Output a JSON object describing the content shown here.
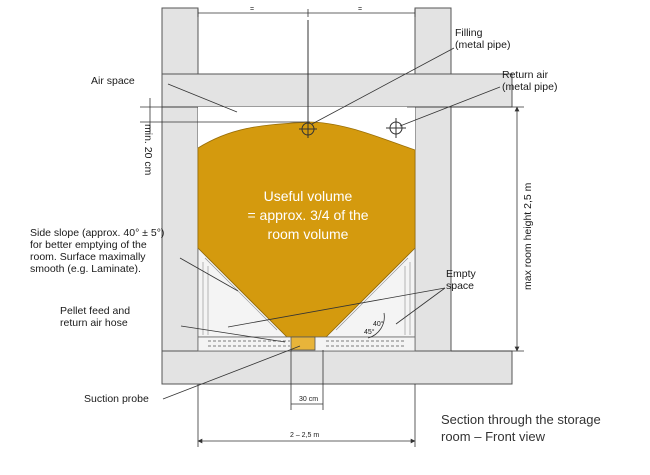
{
  "labels": {
    "filling_1": "Filling",
    "filling_2": "(metal pipe)",
    "air_space": "Air space",
    "return_air_1": "Return air",
    "return_air_2": "(metal pipe)",
    "min_height": "min. 20 cm",
    "useful_1": "Useful volume",
    "useful_2": "= approx. 3/4 of the",
    "useful_3": "room volume",
    "max_height": "max room height 2,5 m",
    "side_slope_1": "Side slope (approx. 40° ± 5°)",
    "side_slope_2": "for better emptying of the",
    "side_slope_3": "room. Surface maximally",
    "side_slope_4": "smooth (e.g. Laminate).",
    "empty_1": "Empty",
    "empty_2": "space",
    "pellet_1": "Pellet feed and",
    "pellet_2": "return air hose",
    "suction_probe": "Suction probe",
    "dim_30cm": "30 cm",
    "dim_width": "2 – 2,5 m",
    "angle_1": "40°",
    "angle_2": "45°",
    "equal_left": "=",
    "equal_right": "=",
    "caption_1": "Section through the storage",
    "caption_2": "room – Front view"
  },
  "colors": {
    "wall": "#e3e3e3",
    "wall_edge": "#555555",
    "pellets": "#d49a0e",
    "line": "#333333"
  }
}
